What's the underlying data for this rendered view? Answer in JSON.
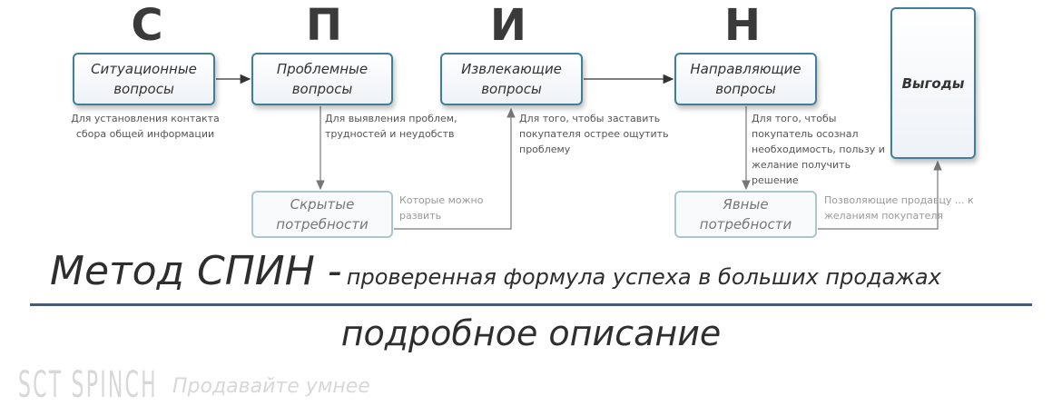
{
  "letters": [
    "С",
    "П",
    "И",
    "Н"
  ],
  "boxes": {
    "situational": "Ситуационные вопросы",
    "problem": "Проблемные вопросы",
    "implication": "Извлекающие вопросы",
    "need_payoff": "Направляющие вопросы",
    "benefits": "Выгоды",
    "hidden_needs": "Скрытые потребности",
    "explicit_needs": "Явные потребности"
  },
  "notes": {
    "situational": "Для установления контакта сбора общей информации",
    "problem": "Для выявления проблем, трудностей и неудобств",
    "implication": "Для того, чтобы заставить покупателя острее ощутить проблему",
    "need_payoff": "Для того, чтобы покупатель осознал необходимость, пользу и желание получить решение",
    "hidden_needs": "Которые можно развить",
    "explicit_needs": "Позволяющие продавцу ... к желаниям покупателя"
  },
  "watermark": {
    "logo": "SCT SPINCH",
    "slogan": "Продавайте умнее"
  },
  "title": {
    "main": "Метод СПИН -",
    "rest": "проверенная формула успеха в больших продажах"
  },
  "subtitle": "подробное описание",
  "colors": {
    "box_border": "#3f7f9a",
    "divider": "#4a5878",
    "arrow": "#555555"
  }
}
